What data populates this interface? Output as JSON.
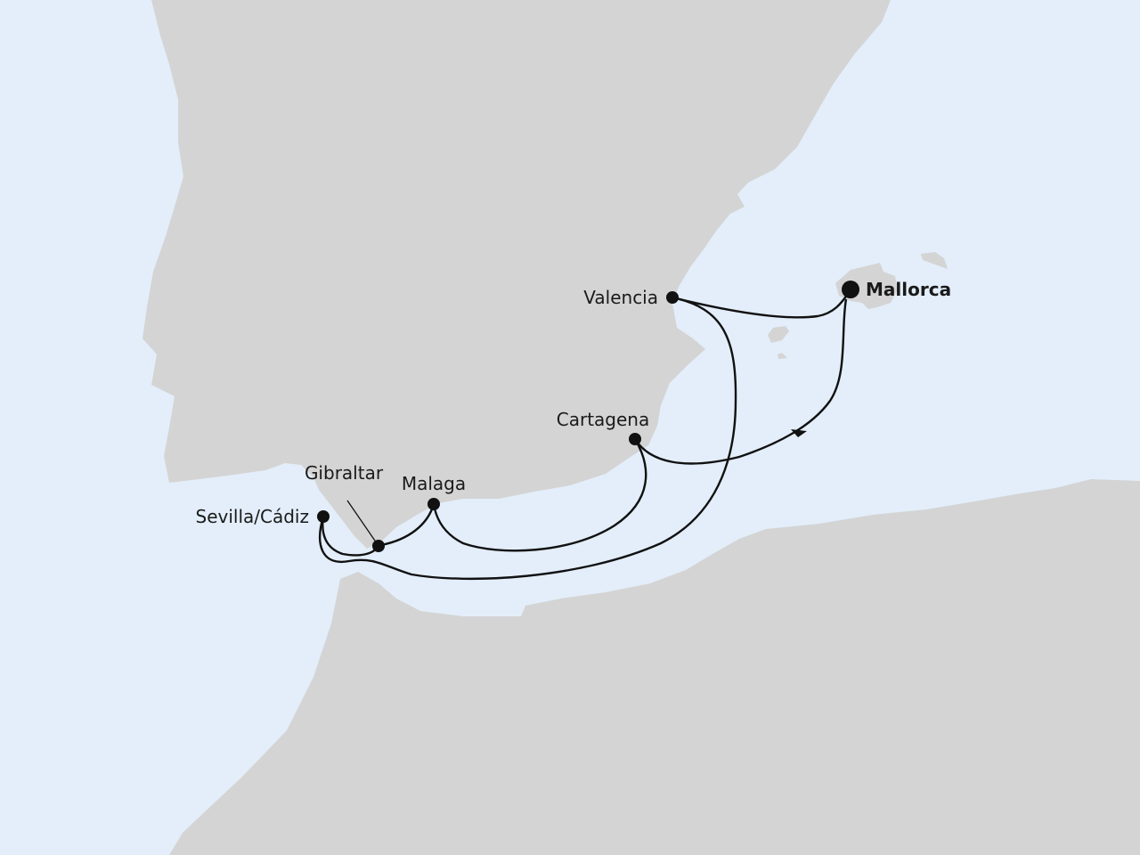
{
  "colors": {
    "sea": "#e3eefa",
    "land": "#d4d4d4",
    "route": "#111111"
  },
  "ports": [
    {
      "name": "Mallorca",
      "home": true
    },
    {
      "name": "Valencia"
    },
    {
      "name": "Cartagena"
    },
    {
      "name": "Malaga"
    },
    {
      "name": "Gibraltar"
    },
    {
      "name": "Sevilla/Cádiz"
    }
  ],
  "itinerary": [
    "Mallorca",
    "Cartagena",
    "Malaga",
    "Gibraltar",
    "Sevilla/Cádiz",
    "Valencia",
    "Mallorca"
  ]
}
